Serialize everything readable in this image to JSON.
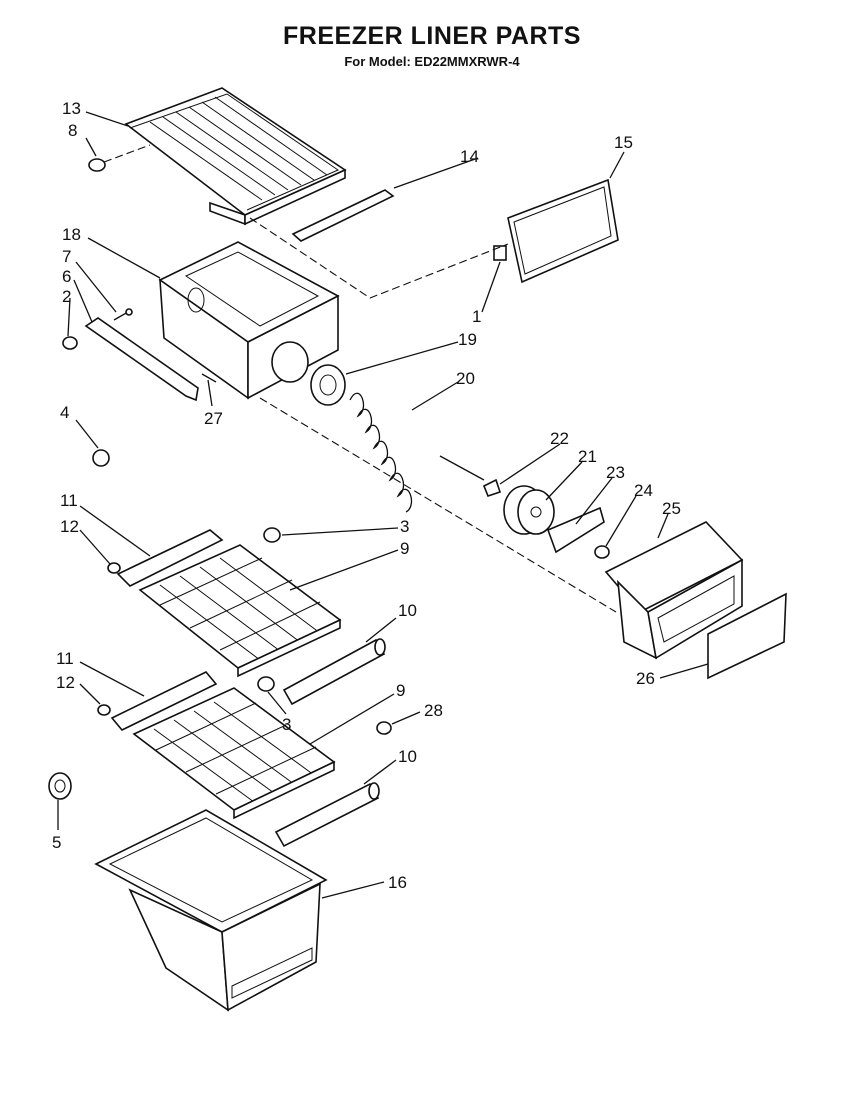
{
  "header": {
    "title": "FREEZER LINER PARTS",
    "model_line": "For Model: ED22MMXRWR-4"
  },
  "callouts": {
    "c1": "1",
    "c2": "2",
    "c3a": "3",
    "c3b": "3",
    "c4": "4",
    "c5": "5",
    "c6": "6",
    "c7": "7",
    "c8": "8",
    "c9a": "9",
    "c9b": "9",
    "c10a": "10",
    "c10b": "10",
    "c11a": "11",
    "c11b": "11",
    "c12a": "12",
    "c12b": "12",
    "c13": "13",
    "c14": "14",
    "c15": "15",
    "c16": "16",
    "c18": "18",
    "c19": "19",
    "c20": "20",
    "c21": "21",
    "c22": "22",
    "c23": "23",
    "c24": "24",
    "c25": "25",
    "c26": "26",
    "c27": "27",
    "c28": "28"
  }
}
